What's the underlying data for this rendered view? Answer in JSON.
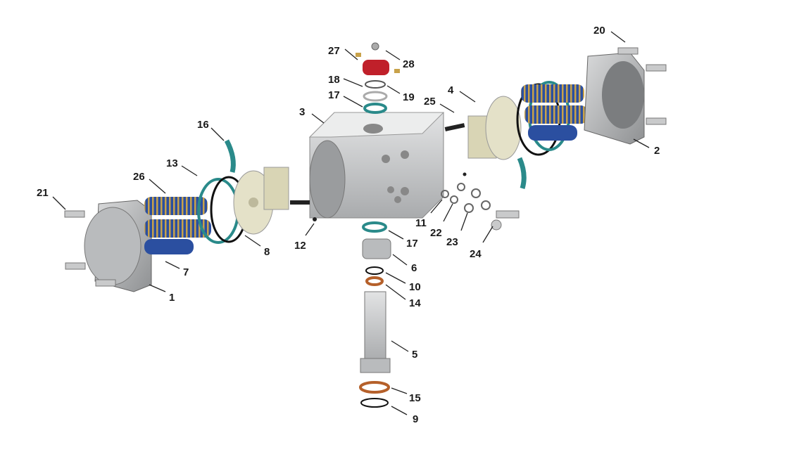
{
  "diagram": {
    "title_visible": false,
    "callouts": {
      "c1": "1",
      "c2": "2",
      "c3": "3",
      "c4": "4",
      "c5": "5",
      "c6": "6",
      "c7": "7",
      "c8": "8",
      "c9": "9",
      "c10": "10",
      "c11": "11",
      "c12": "12",
      "c13": "13",
      "c14": "14",
      "c15": "15",
      "c16": "16",
      "c17a": "17",
      "c17b": "17",
      "c18": "18",
      "c19": "19",
      "c20": "20",
      "c21": "21",
      "c22": "22",
      "c23": "23",
      "c24": "24",
      "c25": "25",
      "c26": "26",
      "c27": "27",
      "c28": "28"
    },
    "colors": {
      "body": "#c9cacb",
      "spring": "#2b4fa0",
      "coil": "#c8a24a",
      "piston": "#e4e1c8",
      "seal_teal": "#2a8a8a",
      "indicator_red": "#c0202a",
      "bearing_orange": "#b5602a"
    }
  }
}
